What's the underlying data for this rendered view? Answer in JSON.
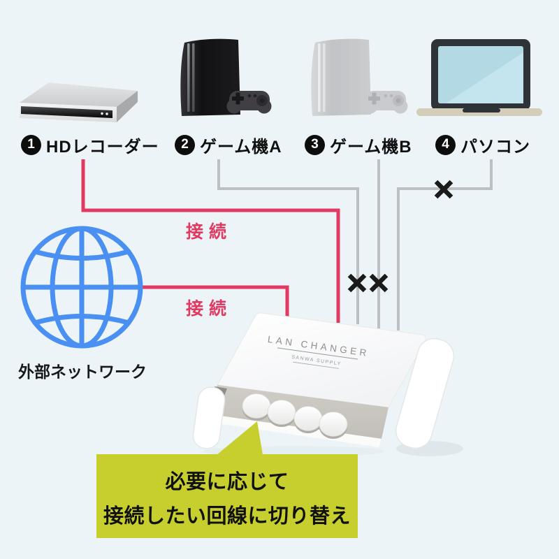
{
  "diagram": {
    "devices": [
      {
        "number": "1",
        "label": "HDレコーダー",
        "status": "connected"
      },
      {
        "number": "2",
        "label": "ゲーム機A",
        "status": "not-connected"
      },
      {
        "number": "3",
        "label": "ゲーム機B",
        "status": "not-connected"
      },
      {
        "number": "4",
        "label": "パソコン",
        "status": "not-connected"
      }
    ],
    "external_network_label": "外部ネットワーク",
    "connection_labels": [
      {
        "text": "接続"
      },
      {
        "text": "接続"
      }
    ],
    "disconnect_mark": "×",
    "lan_changer": {
      "product_name": "LAN CHANGER",
      "brand": "SANWA SUPPLY"
    },
    "callout": {
      "line1": "必要に応じて",
      "line2": "接続したい回線に切り替え"
    },
    "colors": {
      "connected_line": "#e03a62",
      "disconnected_line": "#bcc0c3",
      "globe": "#4a90f2",
      "callout_bg": "#c6cf2d",
      "background": "#edf4f7",
      "label_text": "#101010"
    }
  }
}
